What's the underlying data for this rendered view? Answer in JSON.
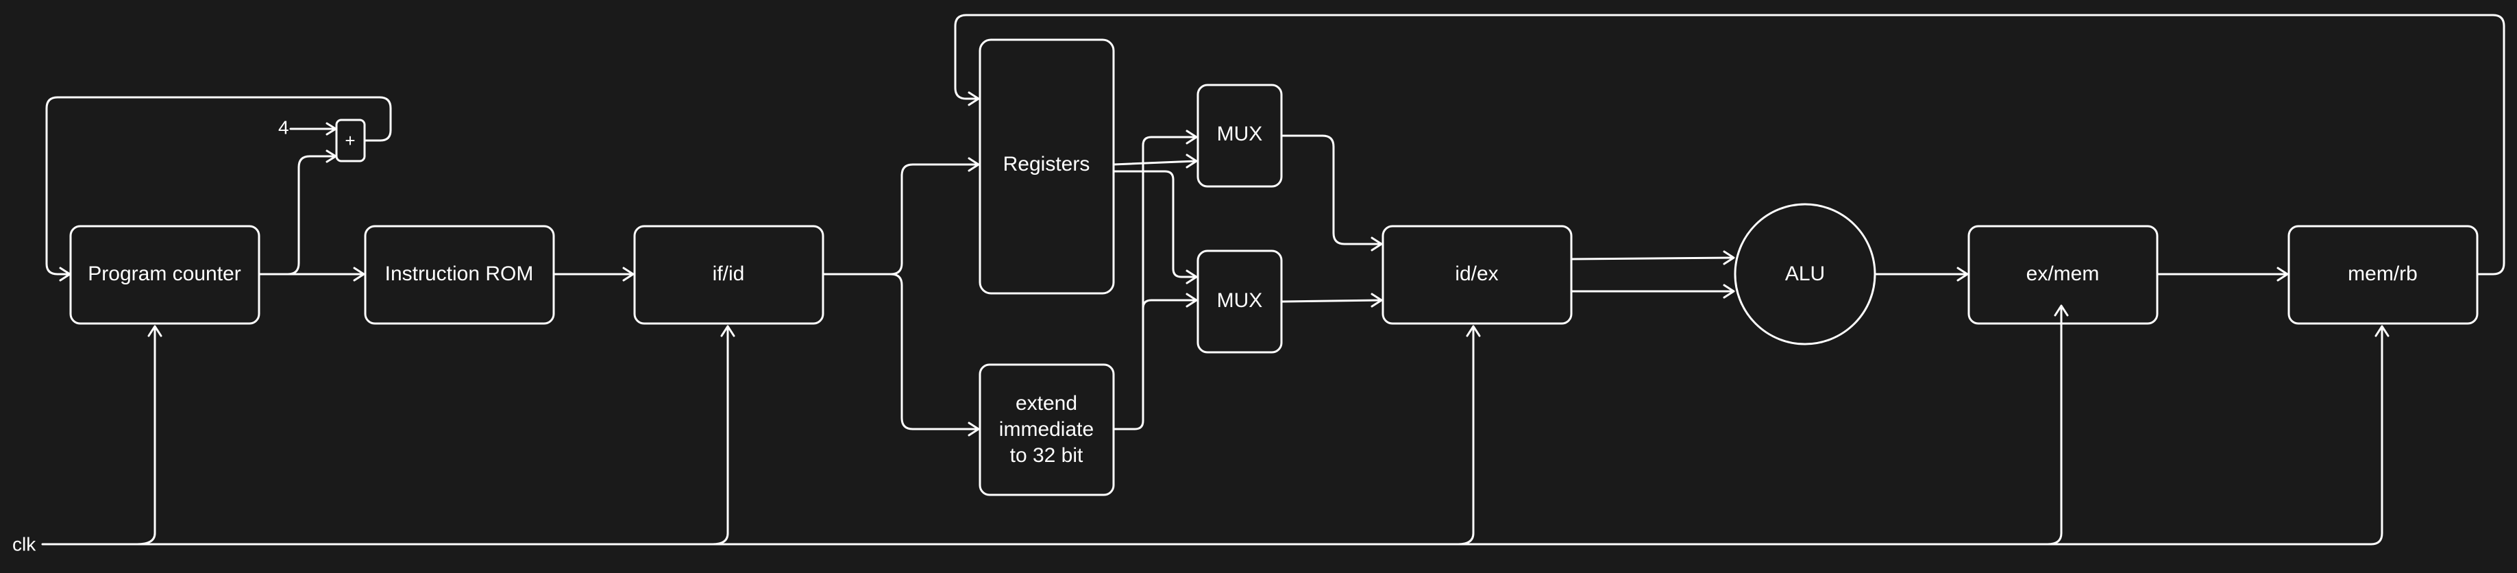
{
  "diagram": {
    "blocks": {
      "program_counter": "Program counter",
      "instruction_rom": "Instruction ROM",
      "if_id": "if/id",
      "registers": "Registers",
      "extend": [
        "extend",
        "immediate",
        "to 32 bit"
      ],
      "mux_top": "MUX",
      "mux_bottom": "MUX",
      "id_ex": "id/ex",
      "alu": "ALU",
      "ex_mem": "ex/mem",
      "mem_rb": "mem/rb",
      "adder": "+"
    },
    "constant_four": "4",
    "clock_label": "clk"
  },
  "colors": {
    "background": "#1a1a1a",
    "stroke": "#ffffff"
  }
}
